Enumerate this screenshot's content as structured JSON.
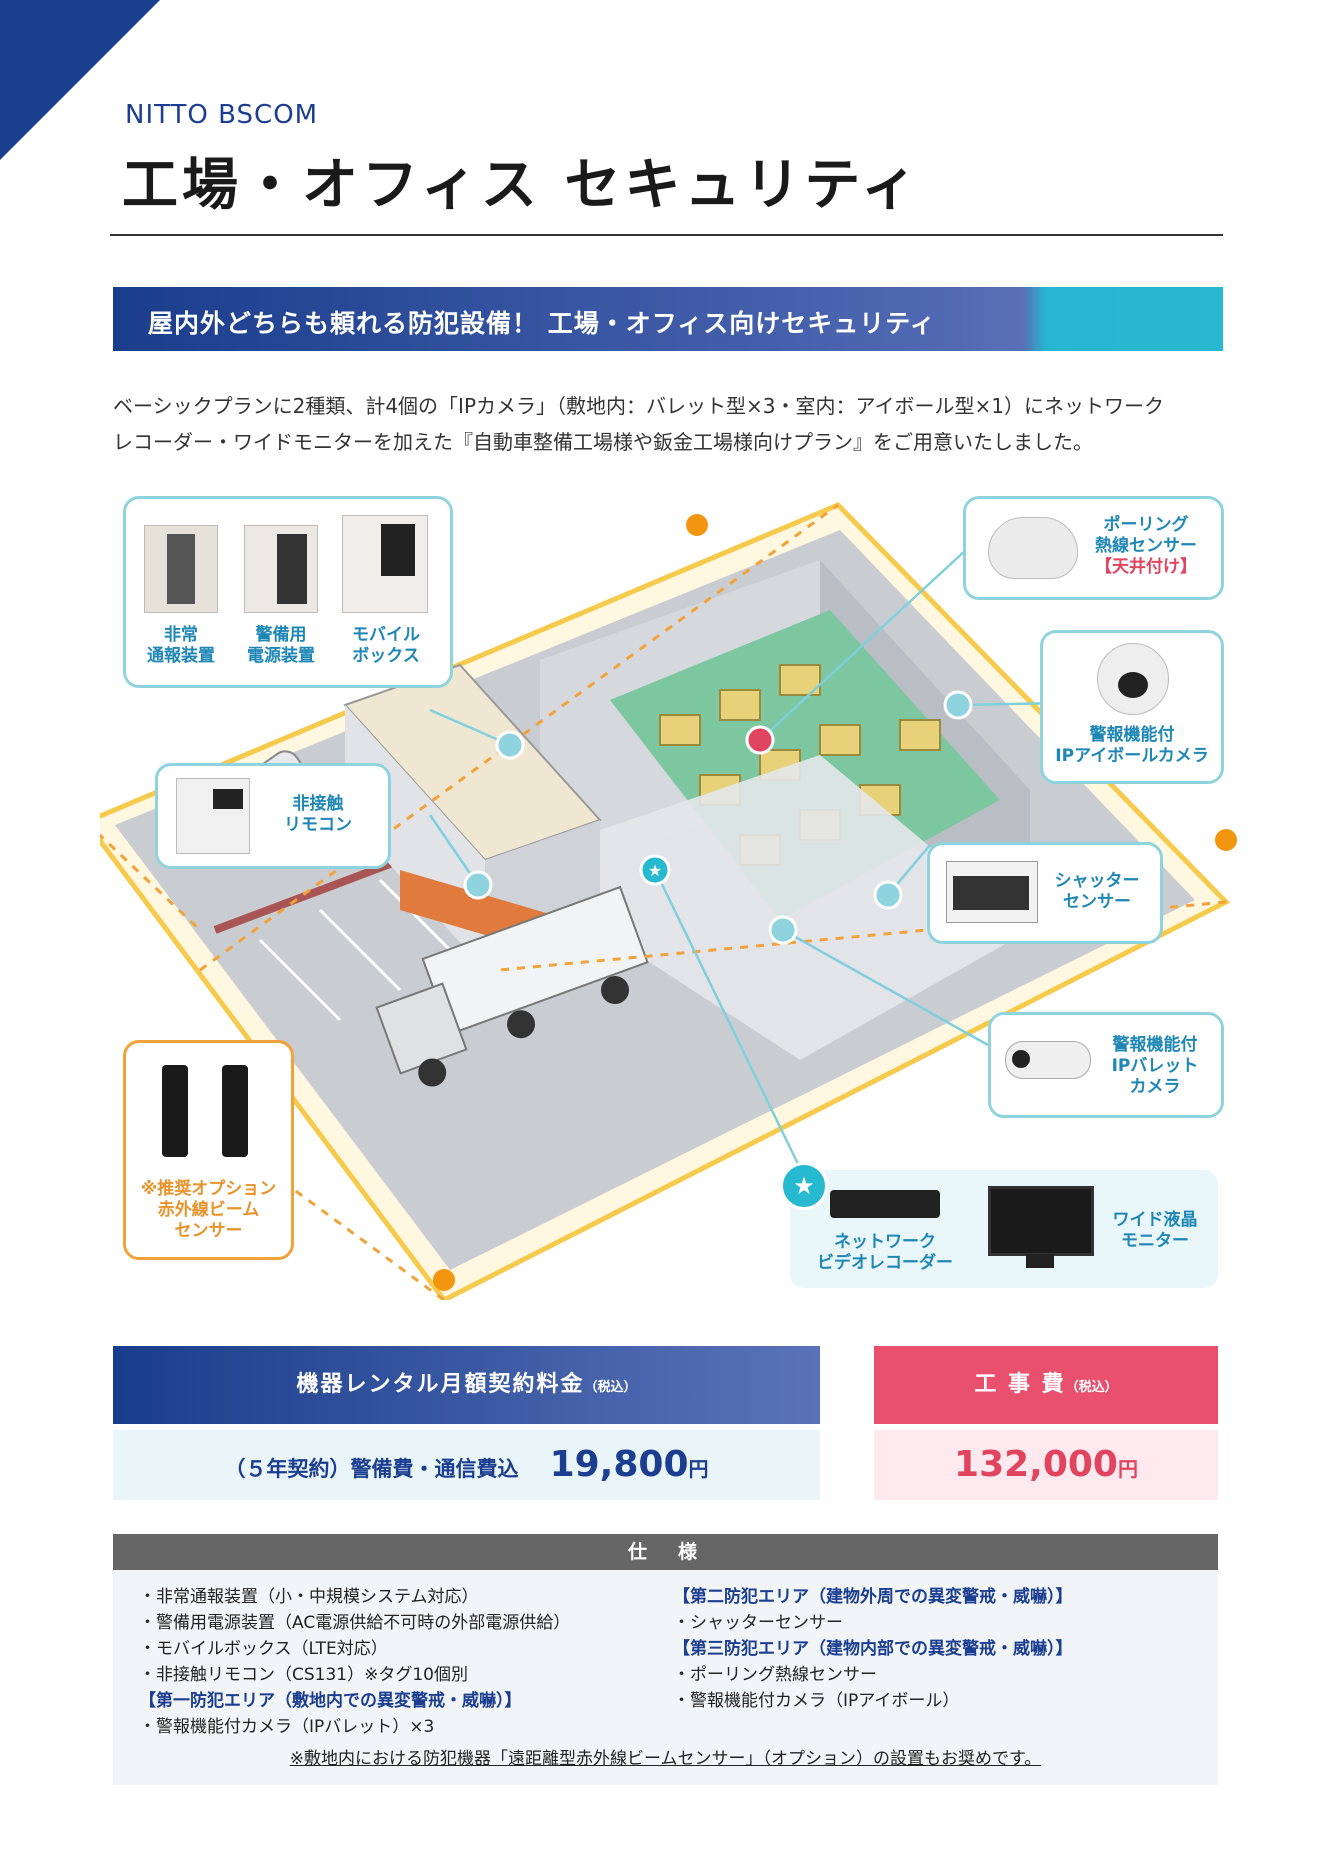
{
  "header": {
    "brand": "NITTO BSCOM",
    "title": "工場・オフィス セキュリティ"
  },
  "banner": {
    "text": "屋内外どちらも頼れる防犯設備！ 工場・オフィス向けセキュリティ"
  },
  "intro": {
    "line1": "ベーシックプランに2種類、計4個の「IPカメラ」（敷地内：バレット型×3・室内：アイボール型×1）にネットワーク",
    "line2": "レコーダー・ワイドモニターを加えた『自動車整備工場様や鈑金工場様向けプラン』をご用意いたしました。"
  },
  "callouts": {
    "emergency": {
      "l1": "非常",
      "l2": "通報装置"
    },
    "power": {
      "l1": "警備用",
      "l2": "電源装置"
    },
    "mobile": {
      "l1": "モバイル",
      "l2": "ボックス"
    },
    "remote": {
      "l1": "非接触",
      "l2": "リモコン"
    },
    "beam": {
      "l1": "※推奨オプション",
      "l2": "赤外線ビーム",
      "l3": "センサー"
    },
    "polling": {
      "l1": "ポーリング",
      "l2": "熱線センサー",
      "l3": "【天井付け】"
    },
    "eyeball": {
      "l1": "警報機能付",
      "l2": "IPアイボールカメラ"
    },
    "shutter": {
      "l1": "シャッター",
      "l2": "センサー"
    },
    "bullet": {
      "l1": "警報機能付",
      "l2": "IPバレット",
      "l3": "カメラ"
    },
    "nvr": {
      "l1": "ネットワーク",
      "l2": "ビデオレコーダー"
    },
    "monitor": {
      "l1": "ワイド液晶",
      "l2": "モニター"
    }
  },
  "pricing": {
    "rental_heading": "機器レンタル月額契約料金",
    "rental_tax": "（税込）",
    "rental_note": "（５年契約）警備費・通信費込",
    "rental_amount": "19,800",
    "rental_unit": "円",
    "work_heading": "工 事 費",
    "work_tax": "（税込）",
    "work_amount": "132,000",
    "work_unit": "円"
  },
  "spec": {
    "heading": "仕　様",
    "left": [
      "・非常通報装置（小・中規模システム対応）",
      "・警備用電源装置（AC電源供給不可時の外部電源供給）",
      "・モバイルボックス（LTE対応）",
      "・非接触リモコン（CS131）※タグ10個別",
      "【第一防犯エリア（敷地内での異変警戒・威嚇）】",
      "・警報機能付カメラ（IPバレット）×3"
    ],
    "right": [
      "【第二防犯エリア（建物外周での異変警戒・威嚇）】",
      "・シャッターセンサー",
      "【第三防犯エリア（建物内部での異変警戒・威嚇）】",
      "・ポーリング熱線センサー",
      "・警報機能付カメラ（IPアイボール）"
    ],
    "note": "※敷地内における防犯機器「遠距離型赤外線ビームセンサー」（オプション）の設置もお奨めです。"
  },
  "colors": {
    "navy": "#1c3e91",
    "teal": "#27b9cf",
    "pink": "#e8506d",
    "orange": "#f2a23a",
    "callout_border": "#8fd3df"
  }
}
